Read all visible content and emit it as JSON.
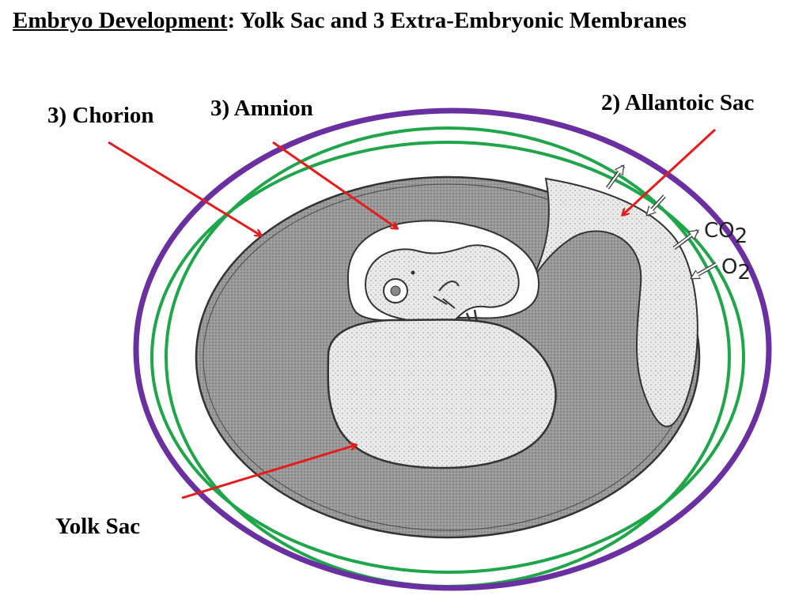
{
  "title": {
    "underlined": "Embryo Development",
    "rest": ": Yolk Sac and 3 Extra-Embryonic Membranes"
  },
  "labels": {
    "chorion": "3) Chorion",
    "amnion": "3) Amnion",
    "allantoic": "2) Allantoic Sac",
    "yolk": "Yolk Sac"
  },
  "gases": {
    "co2_main": "CO",
    "co2_sub": "2",
    "o2_main": "O",
    "o2_sub": "2"
  },
  "colors": {
    "outer_ring": "#6a2fa0",
    "inner_rings": "#1fa54a",
    "arrows": "#e51c1c"
  }
}
